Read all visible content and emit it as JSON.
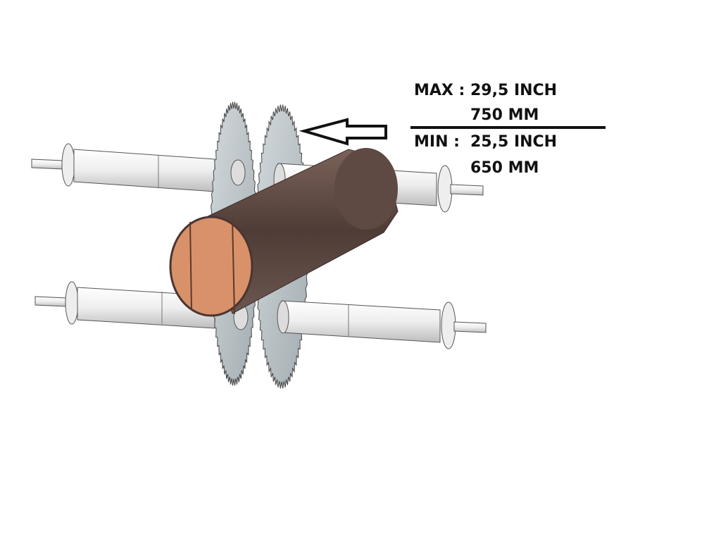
{
  "specs": {
    "max_label": "MAX :",
    "max_inch": "29,5 INCH",
    "max_mm": "750 MM",
    "min_label": "MIN :",
    "min_inch": "25,5 INCH",
    "min_mm": "650 MM"
  },
  "colors": {
    "shaft": "#e8e8e8",
    "blade": "#b9c2c6",
    "bark": "#5a4640",
    "wood_face": "#d9916a",
    "ink": "#111111"
  }
}
